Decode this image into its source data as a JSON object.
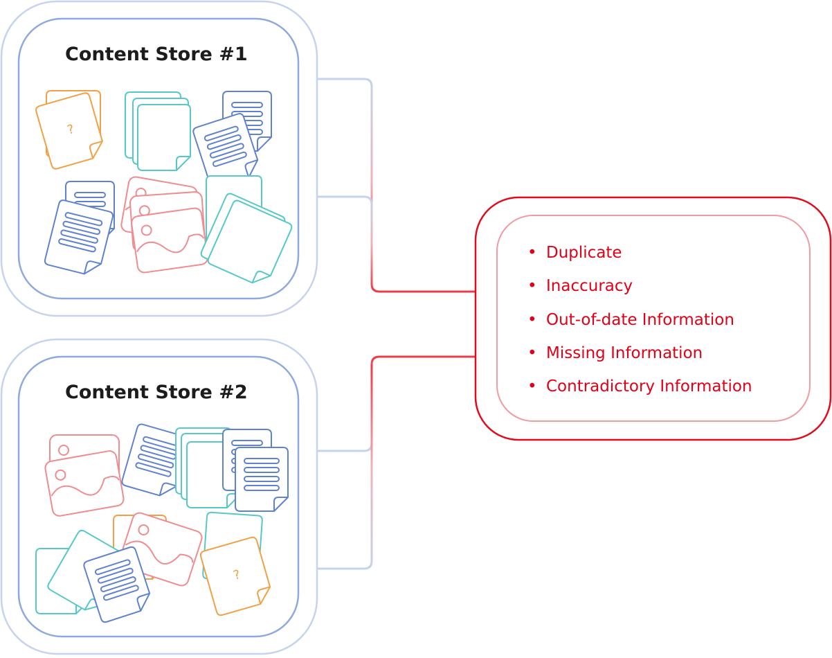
{
  "stores": [
    {
      "title": "Content Store #1"
    },
    {
      "title": "Content Store #2"
    }
  ],
  "issues": {
    "bullet": "•",
    "items": [
      "Duplicate",
      "Inaccuracy",
      "Out-of-date Information",
      "Missing Information",
      "Contradictory Information"
    ]
  },
  "colors": {
    "store_outer": "#c5d3ee",
    "store_inner": "#8ea9de",
    "issues_outer": "#e30a1b",
    "issues_inner": "#f29aa2",
    "issue_text": "#e30016",
    "doc_orange": "#f2a045",
    "doc_teal": "#55c8c7",
    "doc_blue": "#5f82d0",
    "doc_red": "#f08b8f"
  },
  "icons": [
    "question-document-icon",
    "blank-document-icon",
    "text-document-icon",
    "image-document-icon"
  ]
}
